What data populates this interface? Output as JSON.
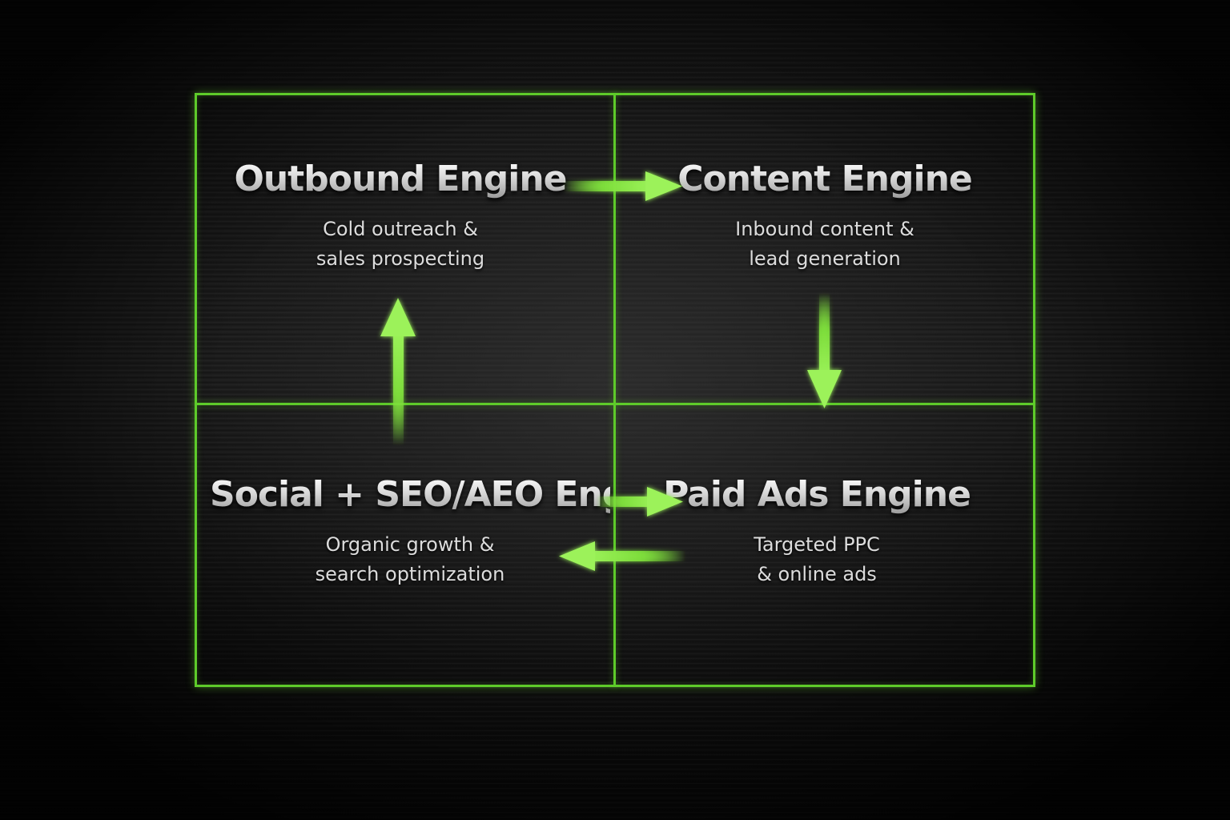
{
  "colors": {
    "accent_green": "#5ecb2a",
    "arrow_green": "#7fe03c",
    "background": "#141414",
    "title_text": "#e6e6e6",
    "desc_text": "#dcdcdc"
  },
  "quadrants": {
    "outbound": {
      "title": "Outbound Engine",
      "desc_line1": "Cold outreach &",
      "desc_line2": "sales prospecting"
    },
    "content": {
      "title": "Content Engine",
      "desc_line1": "Inbound content &",
      "desc_line2": "lead generation"
    },
    "social": {
      "title": "Social + SEO/AEO Engine",
      "desc_line1": "Organic growth &",
      "desc_line2": "search optimization"
    },
    "paid": {
      "title": "Paid Ads Engine",
      "desc_line1": "Targeted PPC",
      "desc_line2": "& online ads"
    }
  },
  "flows": [
    {
      "from": "Outbound Engine",
      "to": "Content Engine"
    },
    {
      "from": "Content Engine",
      "to": "Paid Ads Engine"
    },
    {
      "from": "Social + SEO/AEO Engine",
      "to": "Paid Ads Engine"
    },
    {
      "from": "Paid Ads Engine",
      "to": "Social + SEO/AEO Engine"
    },
    {
      "from": "Social + SEO/AEO Engine",
      "to": "Outbound Engine"
    }
  ]
}
